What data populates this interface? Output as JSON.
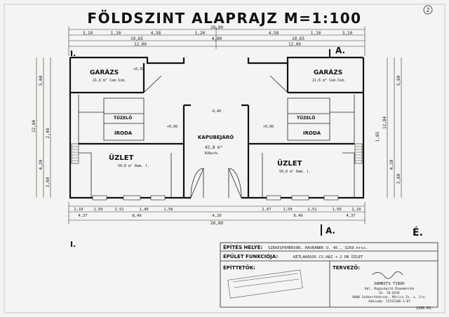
{
  "title": "FÖLDSZINT ALAPRAJZ M=1:100",
  "sheet_number": "2",
  "section_marks": {
    "a": "A.",
    "e": "É.",
    "i": "I."
  },
  "top_dims": {
    "row1": [
      "3,10",
      "1,10",
      "4,58",
      "1,20",
      "4,58",
      "1,10",
      "3,10"
    ],
    "row2": [
      "10,65",
      "4,80",
      "10,65"
    ],
    "row3": [
      "12,00",
      "12,00"
    ],
    "total": "26,80"
  },
  "bottom_dims": {
    "row1": [
      "2,10",
      "1,50",
      "2,51",
      "1,40",
      "1,56",
      "2,07",
      "1,50",
      "2,51",
      "1,50",
      "2,10"
    ],
    "row2": [
      "4,37",
      "8,49",
      "4,20",
      "8,49",
      "4,37"
    ],
    "total": "26,80"
  },
  "side_dims_left": [
    "5,60",
    "12,84",
    "4,20",
    "2,44",
    "3,60"
  ],
  "side_dims_right": [
    "5,60",
    "12,84",
    "4,20",
    "3,60",
    "1,65"
  ],
  "rooms": {
    "garage_left": {
      "name": "GARÁZS",
      "area": "21,6 m² Cem.Sim."
    },
    "garage_right": {
      "name": "GARÁZS",
      "area": "21,6 m² Cem.Sim."
    },
    "office_left": {
      "name": "IRODA"
    },
    "office_right": {
      "name": "IRODA"
    },
    "heating_left": {
      "name": "TÜZELŐ"
    },
    "heating_right": {
      "name": "TÜZELŐ"
    },
    "shop_left": {
      "name": "ÜZLET",
      "area": "50,8 m² Ram. l."
    },
    "shop_right": {
      "name": "ÜZLET",
      "area": "50,8 m² Ram. l."
    },
    "gateway": {
      "name": "KAPUBEJÁRÓ",
      "area": "42,8 m²",
      "note": "Kőburk."
    }
  },
  "levels": [
    "+0,00",
    "+0,30",
    "-0,40"
  ],
  "titleblock": {
    "site_label": "ÉPÍTÉS HELYE:",
    "site_value": "SZÉKESFEHÉRVÁR, HAVRÁNEK U. 45., 3250.hrsz.",
    "function_label": "ÉPÜLET FUNKCIÓJA:",
    "function_value": "KÉTLAKÁSOS CS.HÁZ + 2 DB ÜZLET",
    "builders_label": "ÉPÍTTETŐK:",
    "designer_label": "TERVEZŐ:",
    "designer_name": "DAMBITS TIBOR",
    "designer_title": "Okl. Magasépítő Üzemmérnök",
    "designer_code": "Sz. 10-0245",
    "designer_address": "8000 Székesfehérvár, Móricz Zs. u. 5/a.",
    "designer_phone": "Adószám: 72152180-1-07",
    "date": "1995.03."
  }
}
